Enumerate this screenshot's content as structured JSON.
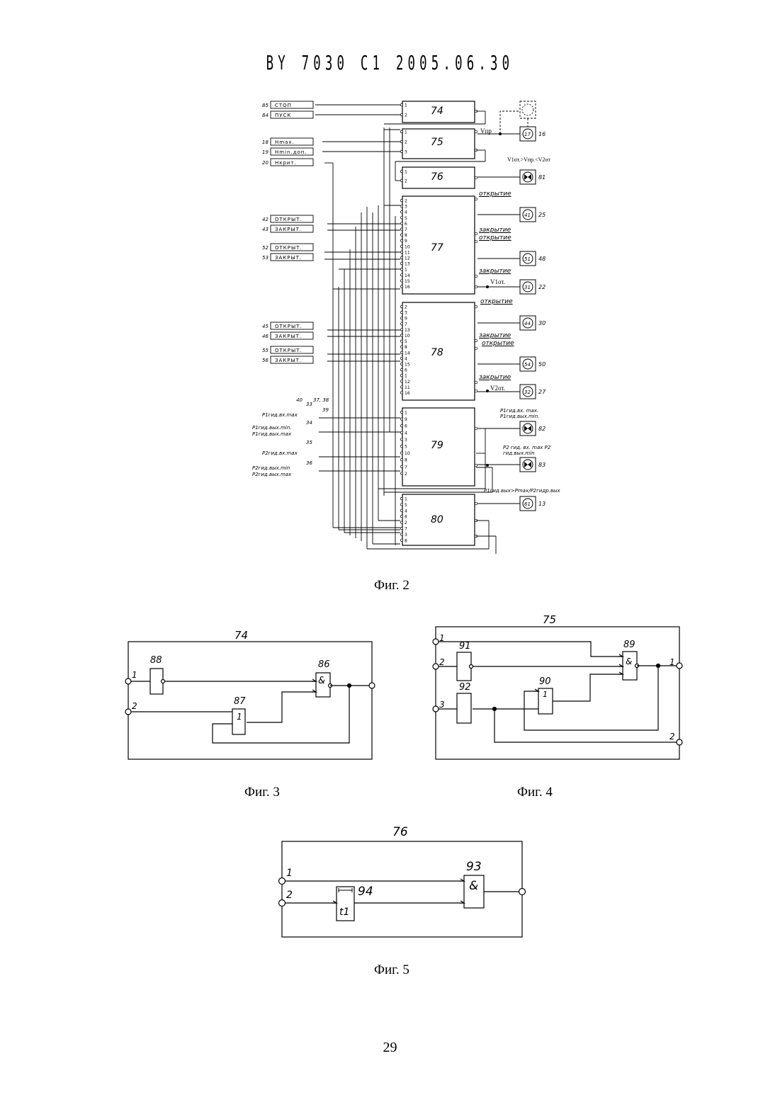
{
  "header": "BY 7030 C1 2005.06.30",
  "page_number": "29",
  "fig2": {
    "caption": "Фиг. 2",
    "inputs": [
      {
        "num": "85",
        "label": "СТОП"
      },
      {
        "num": "84",
        "label": "ПУСК"
      },
      {
        "num": "18",
        "label": "Hmax."
      },
      {
        "num": "19",
        "label": "Hmin.доп."
      },
      {
        "num": "20",
        "label": "Hкрит."
      },
      {
        "num": "42",
        "label": "ОТКРЫТ."
      },
      {
        "num": "43",
        "label": "ЗАКРЫТ."
      },
      {
        "num": "52",
        "label": "ОТКРЫТ."
      },
      {
        "num": "53",
        "label": "ЗАКРЫТ."
      },
      {
        "num": "45",
        "label": "ОТКРЫТ."
      },
      {
        "num": "46",
        "label": "ЗАКРЫТ."
      },
      {
        "num": "55",
        "label": "ОТКРЫТ."
      },
      {
        "num": "56",
        "label": "ЗАКРЫТ."
      }
    ],
    "blocks": [
      "74",
      "75",
      "76",
      "77",
      "78",
      "79",
      "80"
    ],
    "block77_pins": [
      "2",
      "3",
      "4",
      "5",
      "6",
      "7",
      "8",
      "9",
      "10",
      "11",
      "12",
      "13",
      "1",
      "14",
      "15",
      "16"
    ],
    "block78_pins": [
      "2",
      "3",
      "9",
      "7",
      "13",
      "10",
      "5",
      "8",
      "14",
      "4",
      "15",
      "6",
      "1",
      "12",
      "11",
      "16"
    ],
    "block79_pins": [
      "1",
      "9",
      "6",
      "4",
      "3",
      "5",
      "10",
      "8",
      "7",
      "2"
    ],
    "block80_pins": [
      "1",
      "5",
      "4",
      "6",
      "2",
      "7",
      "3",
      "8"
    ],
    "signals": {
      "vpr": "Vпр",
      "v1": "V1от.",
      "v2": "V2от.",
      "cond76": "V1от.>Vпр.<V2от",
      "open": "открытие",
      "close": "закрытие",
      "p79a": "P1гид.вх. max. P1гид.вых.min.",
      "p79b": "P2 гид. вх. max P2 гид.вых.min",
      "p80": "P1гид.вых>Pmax/P2гидр.вых"
    },
    "sensors": [
      {
        "num": "40",
        "label": "P1гид.вх.max"
      },
      {
        "num": "34",
        "label": "P1гид.вых.min. P1гид.вых.max"
      },
      {
        "num": "35",
        "label": "P2гид.вх.max"
      },
      {
        "num": "36",
        "label": "P2гид.вых.min P2гид.вых.max"
      }
    ],
    "sensor_refs": [
      "33",
      "37, 38",
      "39"
    ],
    "outputs": [
      {
        "inner": "17",
        "num": "16"
      },
      {
        "inner": "",
        "num": "81"
      },
      {
        "inner": "41",
        "num": "25"
      },
      {
        "inner": "51",
        "num": "48"
      },
      {
        "inner": "31",
        "num": "22"
      },
      {
        "inner": "44",
        "num": "30"
      },
      {
        "inner": "54",
        "num": "50"
      },
      {
        "inner": "32",
        "num": "27"
      },
      {
        "inner": "",
        "num": "82"
      },
      {
        "inner": "",
        "num": "83"
      },
      {
        "inner": "61",
        "num": "13"
      }
    ]
  },
  "fig3": {
    "caption": "Фиг. 3",
    "block": "74",
    "elements": [
      "88",
      "87",
      "86"
    ],
    "and_sym": "&",
    "or_sym": "1",
    "pins": [
      "1",
      "2"
    ]
  },
  "fig4": {
    "caption": "Фиг. 4",
    "block": "75",
    "elements": [
      "91",
      "92",
      "90",
      "89"
    ],
    "and_sym": "&",
    "or_sym": "1",
    "pins_in": [
      "1",
      "2",
      "3"
    ],
    "pins_out": [
      "1",
      "2"
    ]
  },
  "fig5": {
    "caption": "Фиг. 5",
    "block": "76",
    "elements": [
      "93",
      "94"
    ],
    "and_sym": "&",
    "timer": "t1",
    "pins": [
      "1",
      "2"
    ]
  }
}
